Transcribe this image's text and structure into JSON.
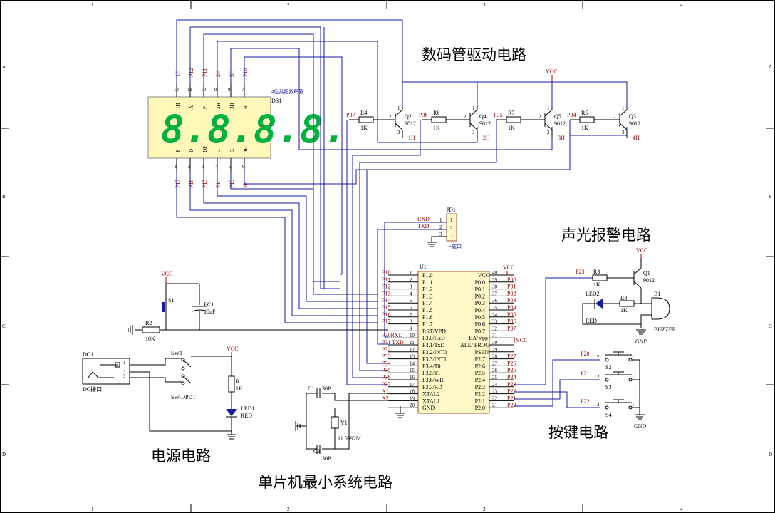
{
  "titles": {
    "display_driver": "数码管驱动电路",
    "alarm": "声光报警电路",
    "power": "电源电路",
    "mcu": "单片机最小系统电路",
    "keys": "按键电路"
  },
  "border": {
    "cols": [
      "1",
      "2",
      "3",
      "4"
    ],
    "rows": [
      "A",
      "B",
      "C",
      "D"
    ]
  },
  "display": {
    "ref": "DS1",
    "desc": "4位共阳数码管",
    "digits": "8.8.8.8.",
    "top_pin_nums": [
      "12",
      "11",
      "10",
      "9",
      "8",
      "7"
    ],
    "top_pin_names": [
      "1H",
      "A",
      "F",
      "2H",
      "3H",
      "B"
    ],
    "top_nets": [
      "1H",
      "P12",
      "P11",
      "2H",
      "3H",
      "P10"
    ],
    "bottom_pin_nums": [
      "1",
      "2",
      "3",
      "4",
      "5",
      "6"
    ],
    "bottom_pin_names": [
      "E",
      "D",
      "DP",
      "C",
      "G",
      "4H"
    ],
    "bottom_nets": [
      "P17",
      "P16",
      "P15",
      "P14",
      "P13",
      "4H"
    ]
  },
  "drivers": [
    {
      "net": "P37",
      "res": "R4",
      "rval": "1K",
      "q": "Q2",
      "qtype": "9012",
      "out": "1H"
    },
    {
      "net": "P36",
      "res": "R6",
      "rval": "1K",
      "q": "Q4",
      "qtype": "9012",
      "out": "2H"
    },
    {
      "net": "P35",
      "res": "R7",
      "rval": "1K",
      "q": "Q5",
      "qtype": "9012",
      "out": "3H"
    },
    {
      "net": "P34",
      "res": "R5",
      "rval": "1K",
      "q": "Q3",
      "qtype": "9012",
      "out": "4H"
    }
  ],
  "vcc": "VCC",
  "gnd": "GND",
  "jd1": {
    "ref": "JD1",
    "desc": "下载口",
    "nets": [
      "RXD",
      "TXD"
    ],
    "pins": [
      "1",
      "2",
      "3"
    ]
  },
  "mcu": {
    "ref": "U1",
    "left": [
      {
        "net": "P10",
        "num": "1",
        "name": "P1.0"
      },
      {
        "net": "P11",
        "num": "2",
        "name": "P1.1"
      },
      {
        "net": "P12",
        "num": "3",
        "name": "P1.2"
      },
      {
        "net": "P13",
        "num": "4",
        "name": "P1.3"
      },
      {
        "net": "P14",
        "num": "5",
        "name": "P1.4"
      },
      {
        "net": "P15",
        "num": "6",
        "name": "P1.5"
      },
      {
        "net": "P16",
        "num": "7",
        "name": "P1.6"
      },
      {
        "net": "P17",
        "num": "8",
        "name": "P1.7"
      },
      {
        "net": "",
        "num": "9",
        "name": "RST/VPD"
      },
      {
        "net": "P30RXD",
        "num": "10",
        "name": "P3.0/RxD"
      },
      {
        "net": "P31  TXD",
        "num": "11",
        "name": "P3.1/TxD"
      },
      {
        "net": "P32",
        "num": "12",
        "name": "P3.2/INT0"
      },
      {
        "net": "P33",
        "num": "13",
        "name": "P3.3/INT1"
      },
      {
        "net": "P34",
        "num": "14",
        "name": "P3.4/T0"
      },
      {
        "net": "P35",
        "num": "15",
        "name": "P3.5/T1"
      },
      {
        "net": "P36",
        "num": "16",
        "name": "P3.6/WR"
      },
      {
        "net": "P37",
        "num": "17",
        "name": "P3.7/RD"
      },
      {
        "net": "X1",
        "num": "18",
        "name": "XTAL2"
      },
      {
        "net": "X2",
        "num": "19",
        "name": "XTAL1"
      },
      {
        "net": "",
        "num": "20",
        "name": "GND"
      }
    ],
    "right": [
      {
        "name": "VCC",
        "num": "40",
        "net": "VCC"
      },
      {
        "name": "P0.0",
        "num": "39",
        "net": "P00"
      },
      {
        "name": "P0.1",
        "num": "38",
        "net": "P01"
      },
      {
        "name": "P0.2",
        "num": "37",
        "net": "P02"
      },
      {
        "name": "P0.3",
        "num": "36",
        "net": "P03"
      },
      {
        "name": "P0.4",
        "num": "35",
        "net": "P04"
      },
      {
        "name": "P0.5",
        "num": "34",
        "net": "P05"
      },
      {
        "name": "P0.6",
        "num": "33",
        "net": "P06"
      },
      {
        "name": "P0.7",
        "num": "32",
        "net": "P07"
      },
      {
        "name": "EA/Vpp",
        "num": "31",
        "net": "VCC"
      },
      {
        "name": "ALE/ PROG",
        "num": "30",
        "net": ""
      },
      {
        "name": "PSEN",
        "num": "29",
        "net": ""
      },
      {
        "name": "P2.7",
        "num": "28",
        "net": "P27"
      },
      {
        "name": "P2.6",
        "num": "27",
        "net": "P26"
      },
      {
        "name": "P2.5",
        "num": "26",
        "net": "P25"
      },
      {
        "name": "P2.4",
        "num": "25",
        "net": "P24"
      },
      {
        "name": "P2.3",
        "num": "24",
        "net": "P23"
      },
      {
        "name": "P2.2",
        "num": "23",
        "net": "P22"
      },
      {
        "name": "P2.1",
        "num": "22",
        "net": "P21"
      },
      {
        "name": "P2.0",
        "num": "21",
        "net": "P20"
      }
    ]
  },
  "reset": {
    "s1": "S1",
    "ec1": "EC1",
    "ec1v": "10uF",
    "r2": "R2",
    "r2v": "10K"
  },
  "power": {
    "dc1": "DC1",
    "dc_desc": "DC接口",
    "sw1": "SW1",
    "sw_desc": "SW-DPDT",
    "r1": "R1",
    "r1v": "1K",
    "led1": "LED1",
    "led1c": "RED"
  },
  "crystal": {
    "c1": "C1",
    "c1v": "30P",
    "c2": "C2",
    "c2v": "30P",
    "y1": "Y1",
    "y1v": "11.0592M"
  },
  "alarm": {
    "net": "P23",
    "r3": "R3",
    "r3v": "1K",
    "q1": "Q1",
    "q1t": "9012",
    "led2": "LED2",
    "led2c": "RED",
    "r8": "R8",
    "r8v": "1K",
    "b1": "B1",
    "b1d": "BUZZER"
  },
  "keys": [
    {
      "net": "P20",
      "ref": "S2"
    },
    {
      "net": "P21",
      "ref": "S3"
    },
    {
      "net": "P22",
      "ref": "S4"
    }
  ]
}
